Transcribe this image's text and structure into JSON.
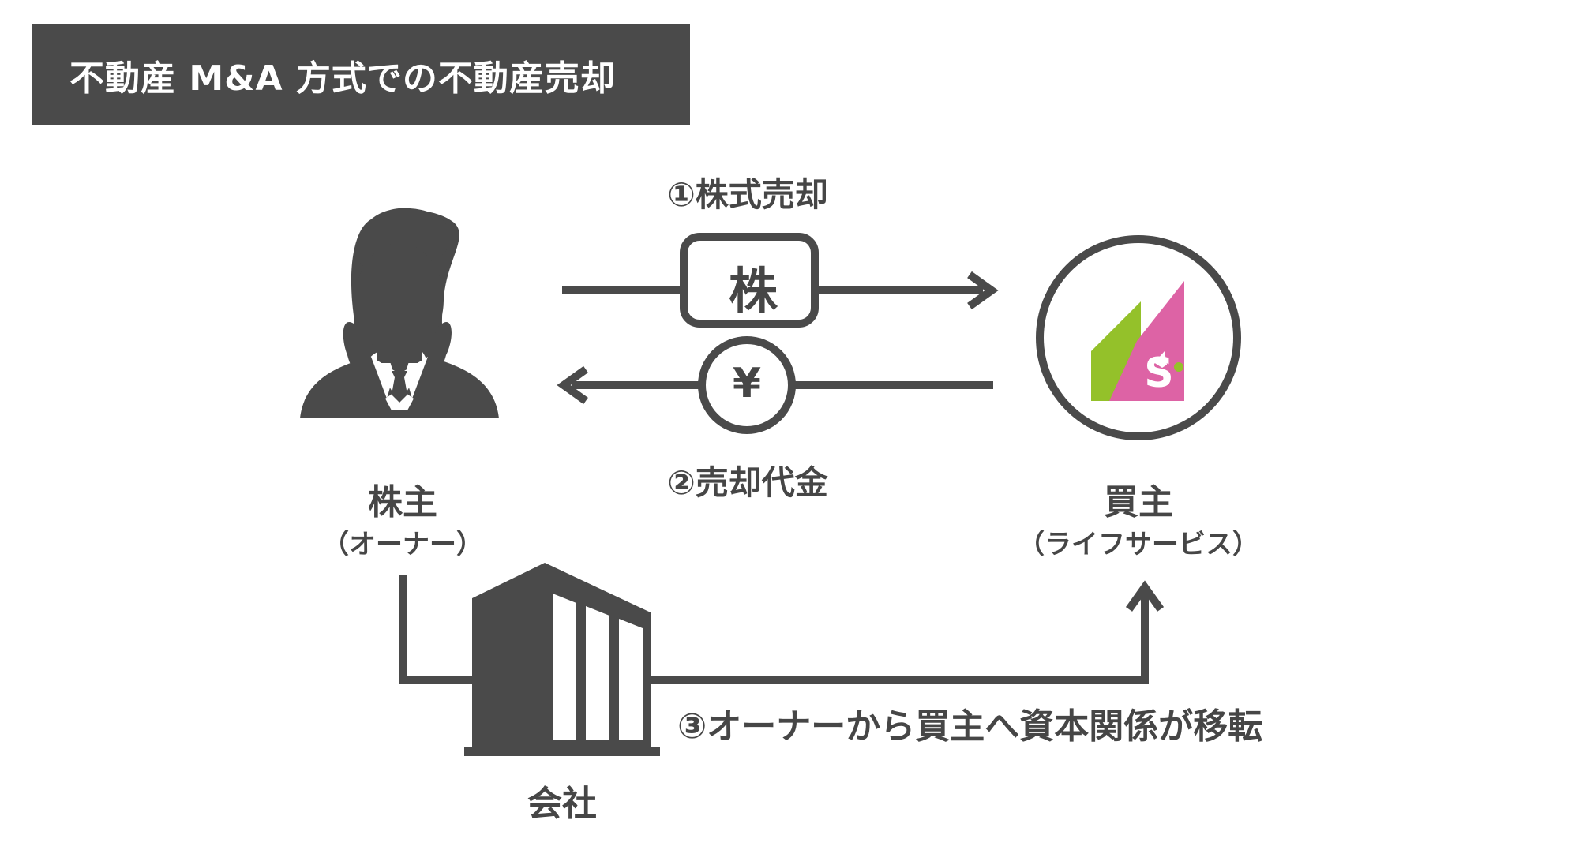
{
  "title": "不動産 M&A 方式での不動産売却",
  "steps": {
    "step1": "①株式売却",
    "step2": "②売却代金",
    "step3": "③オーナーから買主へ資本関係が移転"
  },
  "tokens": {
    "stock_symbol": "株",
    "yen_symbol": "¥"
  },
  "shareholder": {
    "label": "株主",
    "sub": "（オーナー）"
  },
  "buyer": {
    "label": "買主",
    "sub": "（ライフサービス）",
    "logo_letter": "S"
  },
  "company": {
    "label": "会社"
  },
  "icons": [
    "businessman-icon",
    "stock-icon",
    "yen-coin-icon",
    "buyer-logo-icon",
    "office-building-icon"
  ],
  "colors": {
    "title_bg": "#4a4a4a",
    "dark": "#4a4a4a",
    "logo_green": "#94c12a",
    "logo_pink": "#dd63a5"
  }
}
